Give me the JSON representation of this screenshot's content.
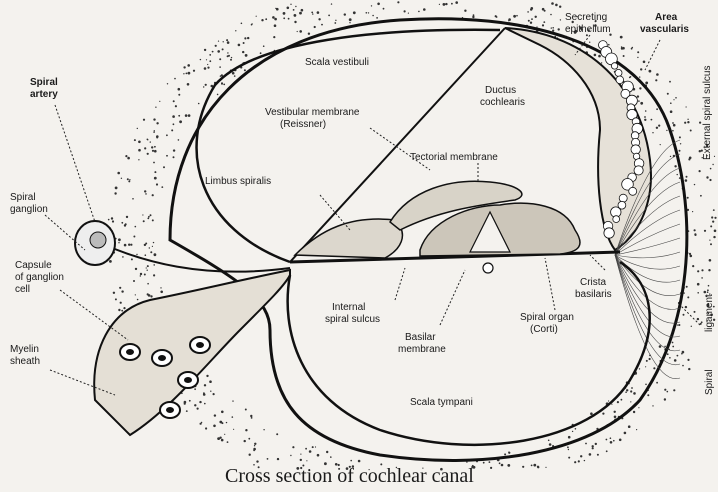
{
  "caption": "Cross section of cochlear canal",
  "labels": {
    "scala_vestibuli": "Scala vestibuli",
    "ductus_1": "Ductus",
    "ductus_2": "cochlearis",
    "vest_mem_1": "Vestibular membrane",
    "vest_mem_2": "(Reissner)",
    "tectorial": "Tectorial membrane",
    "limbus": "Limbus spiralis",
    "secreting_1": "Secreting",
    "secreting_2": "epithelium",
    "area_1": "Area",
    "area_2": "vascularis",
    "ext_sulcus": "External spiral sulcus",
    "spiral_artery_1": "Spiral",
    "spiral_artery_2": "artery",
    "spiral_ganglion_1": "Spiral",
    "spiral_ganglion_2": "ganglion",
    "capsule_1": "Capsule",
    "capsule_2": "of ganglion",
    "capsule_3": "cell",
    "myelin_1": "Myelin",
    "myelin_2": "sheath",
    "int_sulcus_1": "Internal",
    "int_sulcus_2": "spiral sulcus",
    "basilar_1": "Basilar",
    "basilar_2": "membrane",
    "spiral_organ_1": "Spiral organ",
    "spiral_organ_2": "(Corti)",
    "crista_1": "Crista",
    "crista_2": "basilaris",
    "scala_tympani": "Scala tympani",
    "spiral_word": "Spiral",
    "ligament_word": "ligament"
  }
}
